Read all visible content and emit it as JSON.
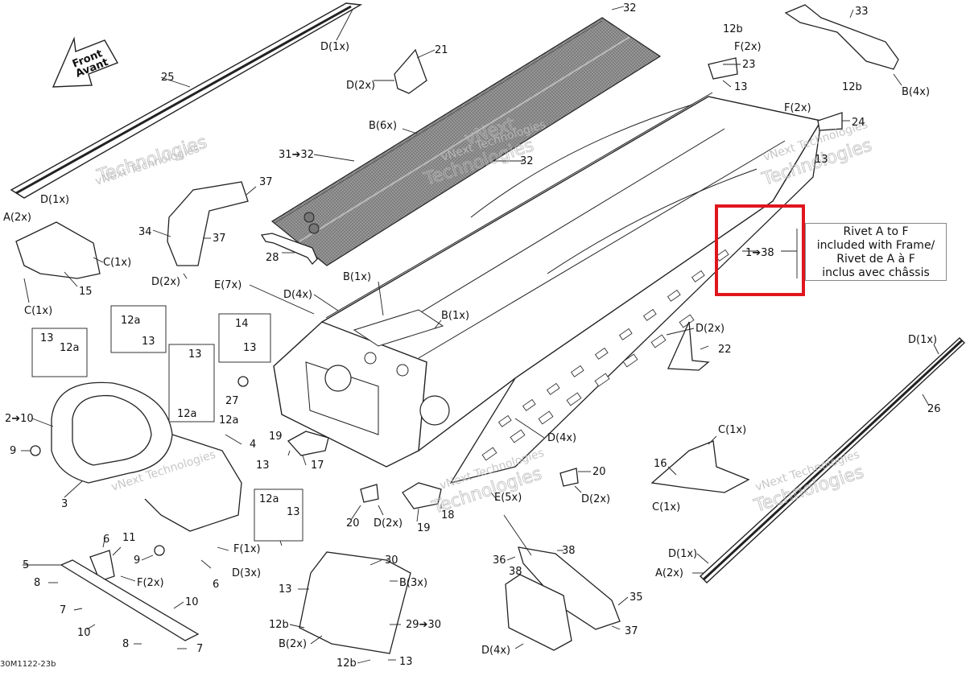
{
  "front_arrow": {
    "line1": "Front",
    "line2": "Avant"
  },
  "watermark": {
    "line1": "vNext Technologies",
    "line2": "vNext",
    "line3": "Technologies"
  },
  "note_box": {
    "line1": "Rivet A to F",
    "line2": "included with Frame/",
    "line3": "Rivet de A à F",
    "line4": "inclus avec châssis",
    "range_label": "1➔38"
  },
  "doc_id": "30M1122-23b",
  "callouts": [
    {
      "id": "c32a",
      "text": "32"
    },
    {
      "id": "c33",
      "text": "33"
    },
    {
      "id": "c25",
      "text": "25"
    },
    {
      "id": "d1x_a",
      "text": "D(1x)"
    },
    {
      "id": "c21",
      "text": "21"
    },
    {
      "id": "d2x_a",
      "text": "D(2x)"
    },
    {
      "id": "c12b_a",
      "text": "12b"
    },
    {
      "id": "f2x_a",
      "text": "F(2x)"
    },
    {
      "id": "c23",
      "text": "23"
    },
    {
      "id": "c13_a",
      "text": "13"
    },
    {
      "id": "b4x",
      "text": "B(4x)"
    },
    {
      "id": "c12b_b",
      "text": "12b"
    },
    {
      "id": "f2x_b",
      "text": "F(2x)"
    },
    {
      "id": "c24",
      "text": "24"
    },
    {
      "id": "b6x",
      "text": "B(6x)"
    },
    {
      "id": "c3132",
      "text": "31➔32"
    },
    {
      "id": "c32b",
      "text": "32"
    },
    {
      "id": "c13_b",
      "text": "13"
    },
    {
      "id": "c37_a",
      "text": "37"
    },
    {
      "id": "d1x_b",
      "text": "D(1x)"
    },
    {
      "id": "a2x_a",
      "text": "A(2x)"
    },
    {
      "id": "c34",
      "text": "34"
    },
    {
      "id": "c37_b",
      "text": "37"
    },
    {
      "id": "c28",
      "text": "28"
    },
    {
      "id": "c1x_a",
      "text": "C(1x)"
    },
    {
      "id": "c15",
      "text": "15"
    },
    {
      "id": "d2x_b",
      "text": "D(2x)"
    },
    {
      "id": "e7x",
      "text": "E(7x)"
    },
    {
      "id": "d4x_a",
      "text": "D(4x)"
    },
    {
      "id": "b1x_a",
      "text": "B(1x)"
    },
    {
      "id": "b1x_b",
      "text": "B(1x)"
    },
    {
      "id": "c1x_b",
      "text": "C(1x)"
    },
    {
      "id": "c12a_a",
      "text": "12a"
    },
    {
      "id": "c13_c",
      "text": "13"
    },
    {
      "id": "c14",
      "text": "14"
    },
    {
      "id": "c13_d",
      "text": "13"
    },
    {
      "id": "c13_e",
      "text": "13"
    },
    {
      "id": "c12a_b",
      "text": "12a"
    },
    {
      "id": "c13_f",
      "text": "13"
    },
    {
      "id": "c12a_c",
      "text": "12a"
    },
    {
      "id": "d2x_c",
      "text": "D(2x)"
    },
    {
      "id": "c22",
      "text": "22"
    },
    {
      "id": "d1x_c",
      "text": "D(1x)"
    },
    {
      "id": "c27",
      "text": "27"
    },
    {
      "id": "c2to10",
      "text": "2➔10"
    },
    {
      "id": "c12a_d",
      "text": "12a"
    },
    {
      "id": "c4",
      "text": "4"
    },
    {
      "id": "c13_g",
      "text": "13"
    },
    {
      "id": "c19_a",
      "text": "19"
    },
    {
      "id": "c17",
      "text": "17"
    },
    {
      "id": "d4x_b",
      "text": "D(4x)"
    },
    {
      "id": "c26",
      "text": "26"
    },
    {
      "id": "c9_a",
      "text": "9"
    },
    {
      "id": "c1x_c",
      "text": "C(1x)"
    },
    {
      "id": "c16",
      "text": "16"
    },
    {
      "id": "c20_a",
      "text": "20"
    },
    {
      "id": "d2x_d",
      "text": "D(2x)"
    },
    {
      "id": "c1x_d",
      "text": "C(1x)"
    },
    {
      "id": "c3",
      "text": "3"
    },
    {
      "id": "c12a_e",
      "text": "12a"
    },
    {
      "id": "c13_h",
      "text": "13"
    },
    {
      "id": "e5x",
      "text": "E(5x)"
    },
    {
      "id": "c18",
      "text": "18"
    },
    {
      "id": "c20_b",
      "text": "20"
    },
    {
      "id": "d2x_e",
      "text": "D(2x)"
    },
    {
      "id": "c19_b",
      "text": "19"
    },
    {
      "id": "c6_a",
      "text": "6"
    },
    {
      "id": "c11",
      "text": "11"
    },
    {
      "id": "f1x",
      "text": "F(1x)"
    },
    {
      "id": "c9_b",
      "text": "9"
    },
    {
      "id": "c5",
      "text": "5"
    },
    {
      "id": "d3x",
      "text": "D(3x)"
    },
    {
      "id": "c30",
      "text": "30"
    },
    {
      "id": "c38_a",
      "text": "38"
    },
    {
      "id": "c36",
      "text": "36"
    },
    {
      "id": "d1x_d",
      "text": "D(1x)"
    },
    {
      "id": "a2x_b",
      "text": "A(2x)"
    },
    {
      "id": "c8_a",
      "text": "8"
    },
    {
      "id": "f2x_c",
      "text": "F(2x)"
    },
    {
      "id": "c6_b",
      "text": "6"
    },
    {
      "id": "c13_i",
      "text": "13"
    },
    {
      "id": "b3x",
      "text": "B(3x)"
    },
    {
      "id": "c38_b",
      "text": "38"
    },
    {
      "id": "c7_a",
      "text": "7"
    },
    {
      "id": "c10_a",
      "text": "10"
    },
    {
      "id": "c35",
      "text": "35"
    },
    {
      "id": "c10_b",
      "text": "10"
    },
    {
      "id": "c29to30",
      "text": "29➔30"
    },
    {
      "id": "c37_c",
      "text": "37"
    },
    {
      "id": "c12b_c",
      "text": "12b"
    },
    {
      "id": "b2x",
      "text": "B(2x)"
    },
    {
      "id": "c8_b",
      "text": "8"
    },
    {
      "id": "c7_b",
      "text": "7"
    },
    {
      "id": "d4x_c",
      "text": "D(4x)"
    },
    {
      "id": "c12b_d",
      "text": "12b"
    },
    {
      "id": "c13_j",
      "text": "13"
    }
  ]
}
